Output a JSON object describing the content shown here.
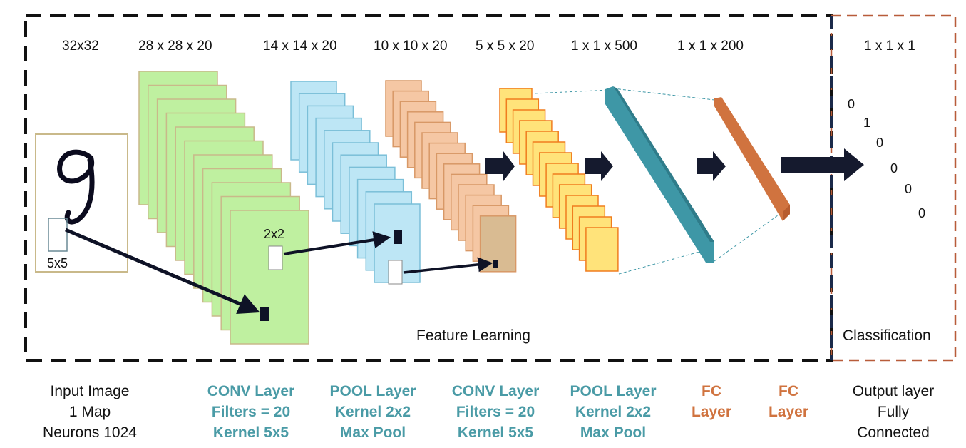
{
  "dimensions": [
    "32x32",
    "28 x 28 x 20",
    "14 x 14 x 20",
    "10 x 10 x 20",
    "5 x 5 x 20",
    "1 x 1 x 500",
    "1 x 1 x 200",
    "1 x 1 x 1"
  ],
  "sections": {
    "feature": "Feature Learning",
    "classification": "Classification"
  },
  "annotations": {
    "receptive": "5x5",
    "pool": "2x2"
  },
  "outputs": [
    "0",
    "1",
    "0",
    "0",
    "0",
    "0"
  ],
  "captions": [
    {
      "lines": [
        "Input Image",
        "1 Map",
        "Neurons 1024"
      ],
      "style": "plain"
    },
    {
      "lines": [
        "CONV Layer",
        "Filters = 20",
        "Kernel 5x5"
      ],
      "style": "teal"
    },
    {
      "lines": [
        "POOL Layer",
        "Kernel 2x2",
        "Max Pool"
      ],
      "style": "teal"
    },
    {
      "lines": [
        "CONV Layer",
        "Filters = 20",
        "Kernel 5x5"
      ],
      "style": "teal"
    },
    {
      "lines": [
        "POOL Layer",
        "Kernel 2x2",
        "Max Pool"
      ],
      "style": "teal"
    },
    {
      "lines": [
        "FC",
        "Layer"
      ],
      "style": "orange"
    },
    {
      "lines": [
        "FC",
        "Layer"
      ],
      "style": "orange"
    },
    {
      "lines": [
        "Output layer",
        "Fully",
        "Connected"
      ],
      "style": "plain"
    }
  ],
  "colors": {
    "conv1_fill": "#bff0a0",
    "conv1_stroke": "#c9b98a",
    "pool1_fill": "#bde6f5",
    "pool1_stroke": "#7bbfd8",
    "conv2_fill": "#f5c7a4",
    "conv2_stroke": "#d89866",
    "conv2_front": "#d9bb92",
    "pool2_fill": "#ffe37a",
    "pool2_stroke": "#f07d1e",
    "fc1": "#3e97a6",
    "fc2": "#d0733f",
    "arrow": "#151a2e",
    "dashed_main": "#111111",
    "dashed_class": "#b85c3a"
  }
}
